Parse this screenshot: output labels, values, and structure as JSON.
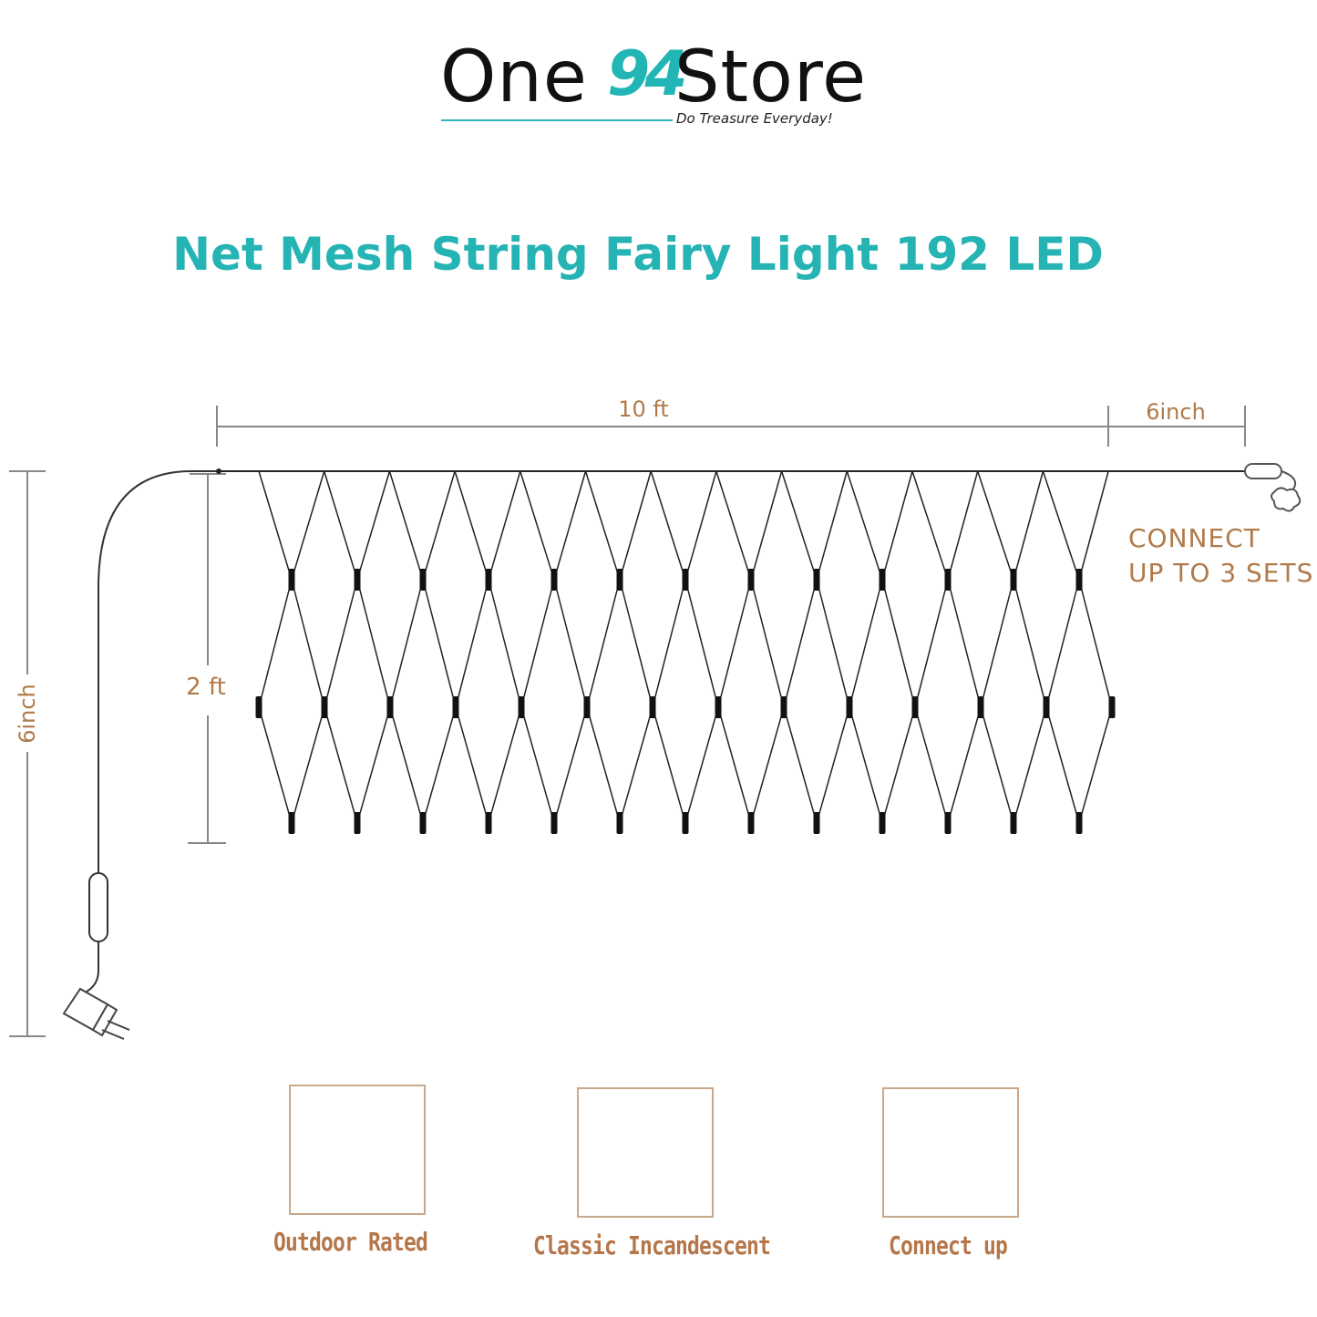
{
  "logo": {
    "part1": "One",
    "part2": "94",
    "part3": "Store",
    "tagline": "Do Treasure Everyday!",
    "accent_color": "#21b6b5"
  },
  "title": "Net Mesh String Fairy Light 192 LED",
  "title_color": "#25b3b4",
  "dimensions": {
    "width": "10 ft",
    "lead_right": "6inch",
    "height": "2 ft",
    "lead_left": "6inch"
  },
  "connect_note": {
    "line1": "CONNECT",
    "line2": "UP TO 3 SETS"
  },
  "features": [
    {
      "label": "Outdoor Rated",
      "icon": "weather-icon"
    },
    {
      "label": "Classic Incandescent",
      "icon": "bulb-icon"
    },
    {
      "label": "Connect up",
      "icon": "plugs-icon"
    }
  ],
  "label_color": "#b07a4a"
}
